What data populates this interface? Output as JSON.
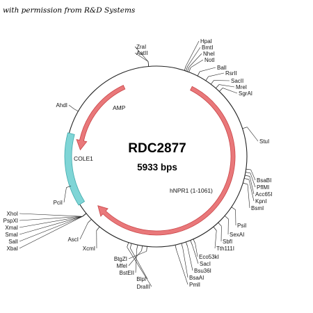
{
  "credit": "with permission from R&D Systems",
  "plasmid": {
    "name": "RDC2877",
    "size": "5933 bps"
  },
  "features": {
    "amp": "AMP",
    "cole1": "COLE1",
    "insert": "hNPR1 (1-1061)"
  },
  "colors": {
    "insert": "#e9787a",
    "amp": "#e9787a",
    "ori": "#7fd5d6",
    "backbone": "#222222"
  },
  "sites": [
    {
      "name": "ZraI",
      "deg": 355
    },
    {
      "name": "AatII",
      "deg": 355
    },
    {
      "name": "HpaI",
      "deg": 18
    },
    {
      "name": "BmtI",
      "deg": 19
    },
    {
      "name": "NheI",
      "deg": 20
    },
    {
      "name": "NotI",
      "deg": 21
    },
    {
      "name": "BalI",
      "deg": 27
    },
    {
      "name": "RsrII",
      "deg": 33
    },
    {
      "name": "SacII",
      "deg": 37
    },
    {
      "name": "MreI",
      "deg": 41
    },
    {
      "name": "SgrAI",
      "deg": 44
    },
    {
      "name": "StuI",
      "deg": 72
    },
    {
      "name": "BsaBI",
      "deg": 98
    },
    {
      "name": "PflMI",
      "deg": 100
    },
    {
      "name": "Acc65I",
      "deg": 102
    },
    {
      "name": "KpnI",
      "deg": 104
    },
    {
      "name": "BsmI",
      "deg": 107
    },
    {
      "name": "PsiI",
      "deg": 124
    },
    {
      "name": "SexAI",
      "deg": 131
    },
    {
      "name": "SbfI",
      "deg": 137
    },
    {
      "name": "Tth111I",
      "deg": 141
    },
    {
      "name": "Eco53kI",
      "deg": 156
    },
    {
      "name": "SacI",
      "deg": 158
    },
    {
      "name": "Bsu36I",
      "deg": 161
    },
    {
      "name": "BsaAI",
      "deg": 164
    },
    {
      "name": "PmlI",
      "deg": 168
    },
    {
      "name": "BtgZI",
      "deg": 186
    },
    {
      "name": "MfeI",
      "deg": 189
    },
    {
      "name": "BstEII",
      "deg": 192
    },
    {
      "name": "BlpI",
      "deg": 196
    },
    {
      "name": "DraIII",
      "deg": 198
    },
    {
      "name": "XcmI",
      "deg": 219
    },
    {
      "name": "AscI",
      "deg": 226
    },
    {
      "name": "XhoI",
      "deg": 231
    },
    {
      "name": "PspXI",
      "deg": 231
    },
    {
      "name": "XmaI",
      "deg": 231
    },
    {
      "name": "SmaI",
      "deg": 231
    },
    {
      "name": "SalI",
      "deg": 231
    },
    {
      "name": "XbaI",
      "deg": 231
    },
    {
      "name": "PciI",
      "deg": 251
    },
    {
      "name": "AhdI",
      "deg": 300
    }
  ]
}
